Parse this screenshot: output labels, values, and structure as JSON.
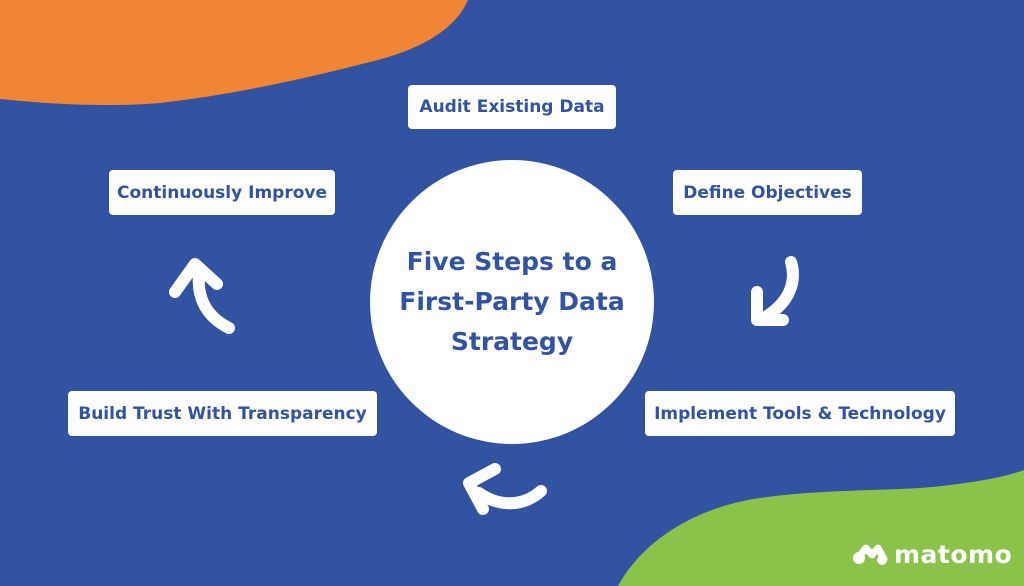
{
  "diagram": {
    "title": "Five Steps to a\nFirst-Party Data\nStrategy",
    "steps": [
      "Audit Existing Data",
      "Define Objectives",
      "Implement Tools & Technology",
      "Build Trust With Transparency",
      "Continuously Improve"
    ]
  },
  "brand": {
    "logo_text": "matomo"
  },
  "colors": {
    "background": "#3252a2",
    "orange_accent": "#f08635",
    "green_accent": "#8bc34a",
    "text": "#3252a2",
    "panel": "#ffffff"
  }
}
